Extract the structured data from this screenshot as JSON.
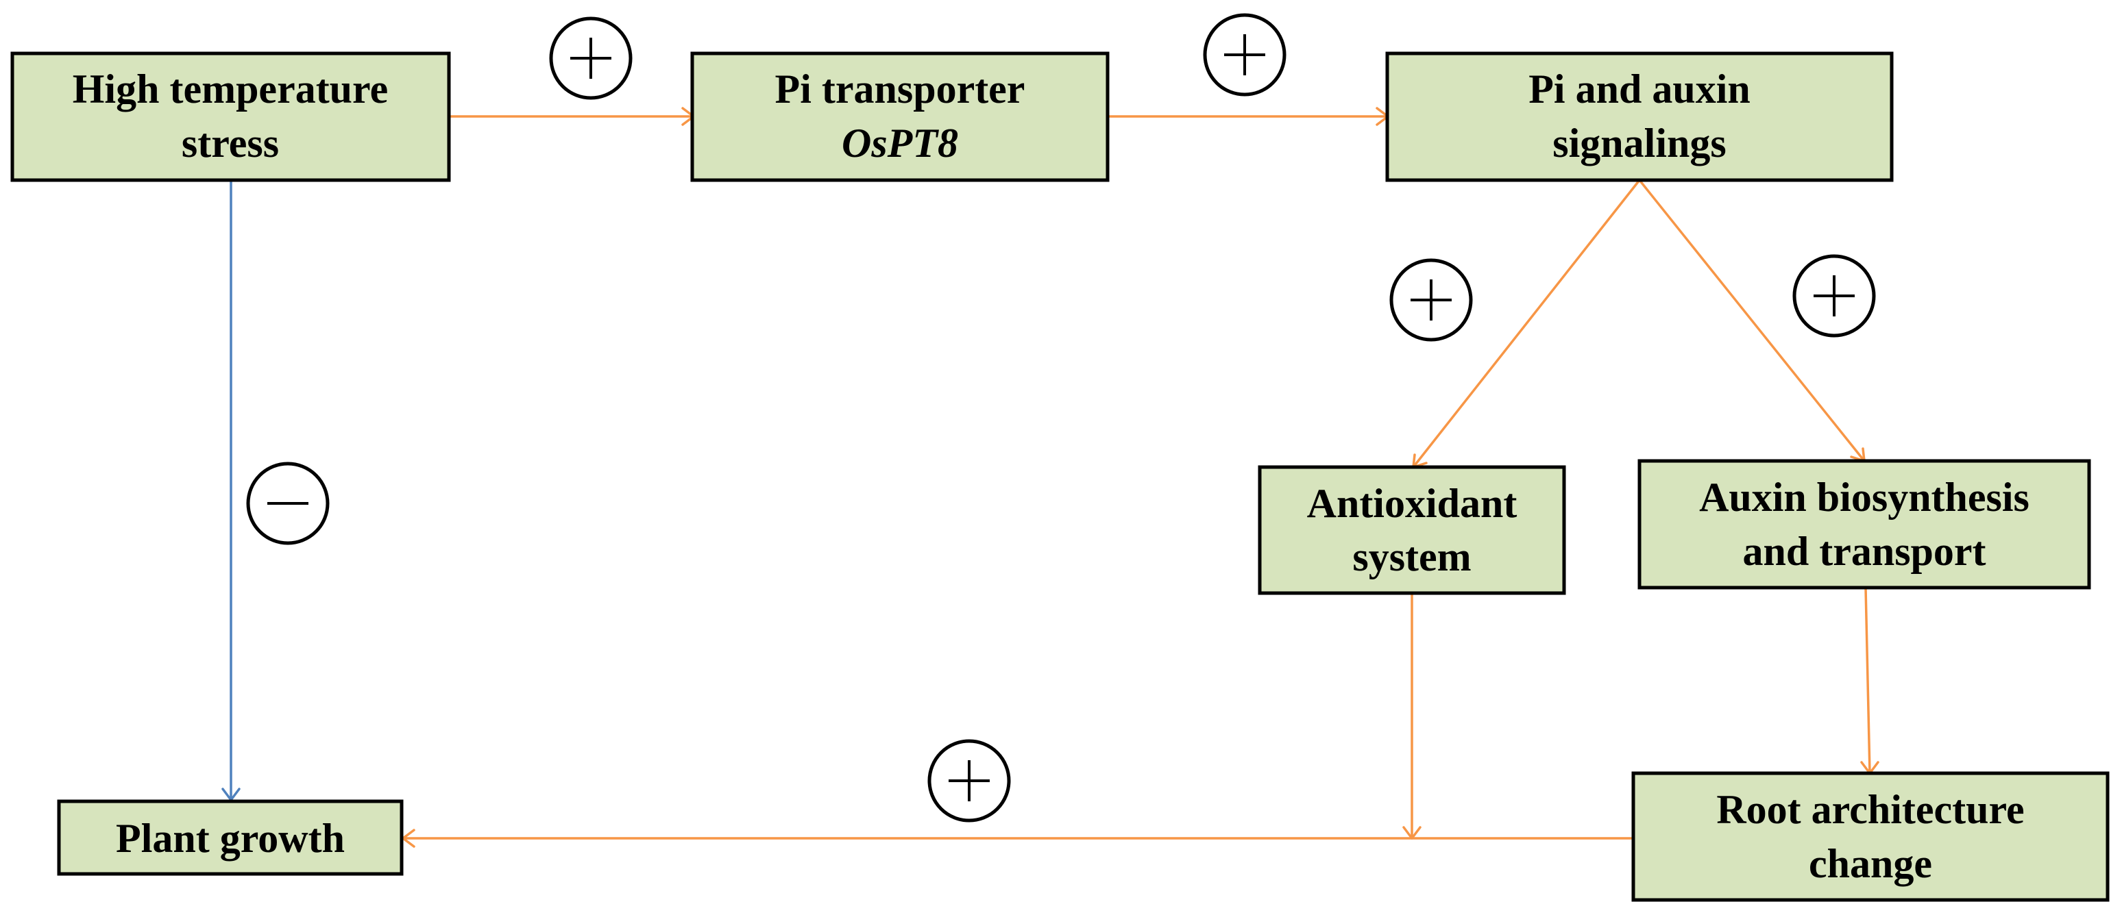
{
  "colors": {
    "node_fill": "#d7e4bd",
    "node_border": "#000000",
    "positive_edge": "#f79646",
    "negative_edge": "#4f81bd"
  },
  "nodes": {
    "high_temp": {
      "line1": "High temperature",
      "line2": "stress"
    },
    "pi_transporter": {
      "line1": "Pi transporter",
      "line2": "OsPT8"
    },
    "pi_auxin": {
      "line1": "Pi and auxin",
      "line2": "signalings"
    },
    "antioxidant": {
      "line1": "Antioxidant",
      "line2": "system"
    },
    "auxin_bio": {
      "line1": "Auxin biosynthesis",
      "line2": "and transport"
    },
    "root_arch": {
      "line1": "Root architecture",
      "line2": "change"
    },
    "plant_growth": {
      "line1": "Plant growth"
    }
  },
  "signs": {
    "plus": "+",
    "minus": "−"
  }
}
